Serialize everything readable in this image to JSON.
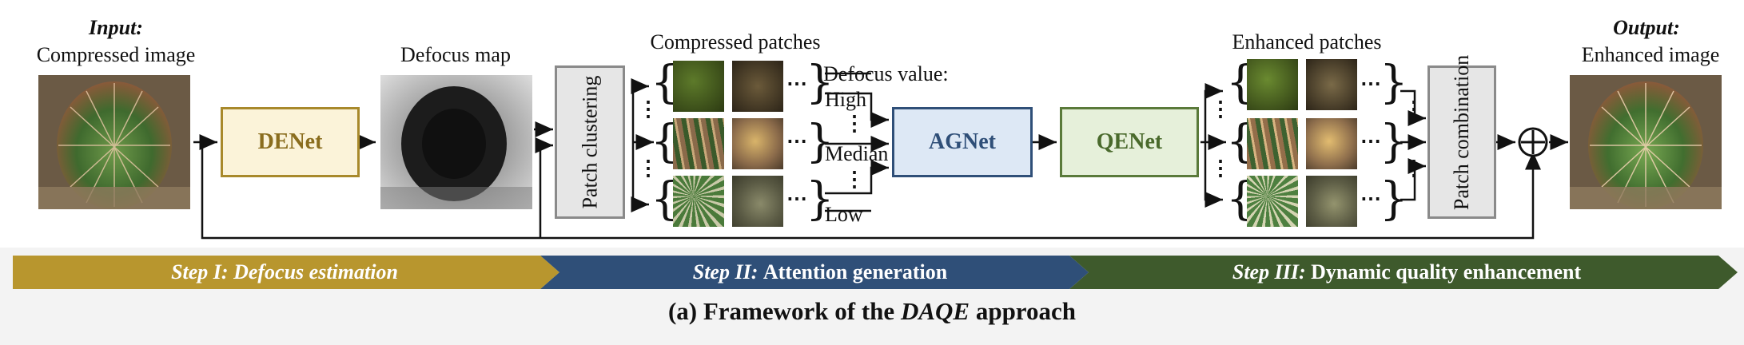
{
  "input": {
    "heading": "Input:",
    "label": "Compressed image"
  },
  "output": {
    "heading": "Output:",
    "label": "Enhanced image"
  },
  "defocus_map_label": "Defocus map",
  "compressed_patches_label": "Compressed patches",
  "enhanced_patches_label": "Enhanced patches",
  "defocus_value": {
    "title": "Defocus value:",
    "high": "High",
    "median": "Median",
    "low": "Low"
  },
  "modules": {
    "denet": "DENet",
    "agnet": "AGNet",
    "qenet": "QENet",
    "patch_clustering": "Patch clustering",
    "patch_combination": "Patch combination"
  },
  "steps": [
    {
      "prefix": "Step I:",
      "text": "Defocus estimation",
      "color": "#b8962e"
    },
    {
      "prefix": "Step II:",
      "text": "Attention generation",
      "color": "#2f4f78"
    },
    {
      "prefix": "Step III:",
      "text": "Dynamic quality enhancement",
      "color": "#3e5a2c"
    }
  ],
  "caption": {
    "prefix": "(a) Framework of the ",
    "method": "DAQE",
    "suffix": " approach"
  },
  "colors": {
    "denet_fill": "#fbf3d9",
    "denet_border": "#a8892b",
    "denet_text": "#8a6d1e",
    "agnet_fill": "#dde8f5",
    "agnet_border": "#2f4f78",
    "agnet_text": "#2f4f78",
    "qenet_fill": "#e6f0da",
    "qenet_border": "#5a7a3a",
    "qenet_text": "#4a6a2c"
  }
}
